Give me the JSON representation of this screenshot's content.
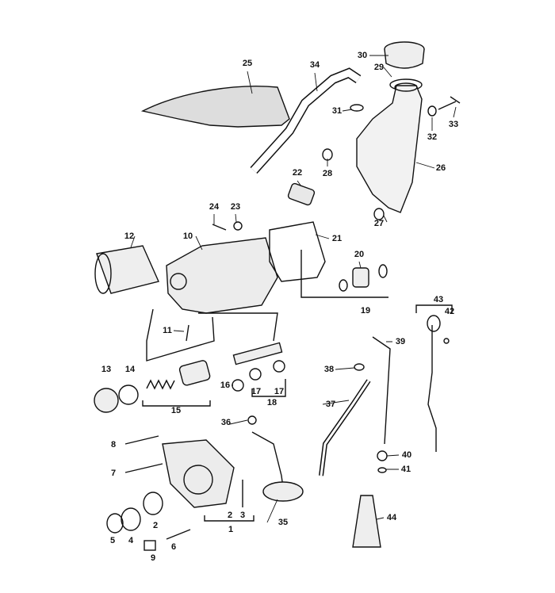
{
  "diagram": {
    "type": "exploded-parts-view",
    "callouts": [
      "30",
      "29",
      "34",
      "25",
      "31",
      "33",
      "32",
      "28",
      "26",
      "22",
      "24",
      "23",
      "27",
      "12",
      "10",
      "21",
      "20",
      "19",
      "43",
      "42",
      "11",
      "39",
      "13",
      "14",
      "38",
      "16",
      "17",
      "17",
      "18",
      "15",
      "37",
      "36",
      "8",
      "7",
      "40",
      "41",
      "2",
      "3",
      "1",
      "35",
      "44",
      "5",
      "4",
      "2",
      "6",
      "9"
    ]
  }
}
